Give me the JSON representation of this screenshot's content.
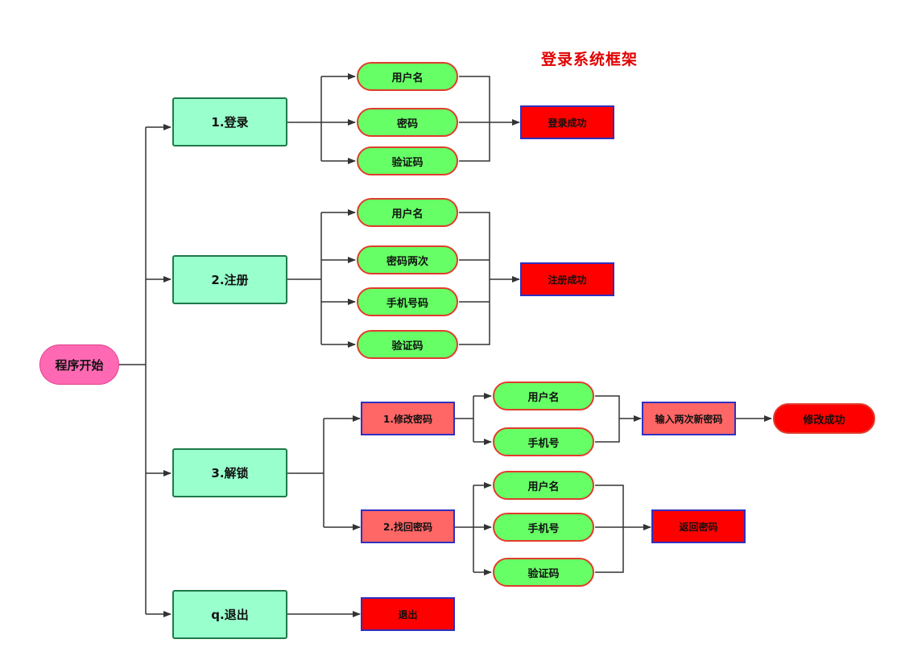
{
  "title": "登录系统框架",
  "start": "程序开始",
  "login": {
    "label": "1.登录",
    "fields": [
      "用户名",
      "密码",
      "验证码"
    ],
    "result": "登录成功"
  },
  "register": {
    "label": "2.注册",
    "fields": [
      "用户名",
      "密码两次",
      "手机号码",
      "验证码"
    ],
    "result": "注册成功"
  },
  "unlock": {
    "label": "3.解锁",
    "change_password": {
      "label": "1.修改密码",
      "fields": [
        "用户名",
        "手机号"
      ],
      "step": "输入两次新密码",
      "result": "修改成功"
    },
    "recover_password": {
      "label": "2.找回密码",
      "fields": [
        "用户名",
        "手机号",
        "验证码"
      ],
      "result": "返回密码"
    }
  },
  "quit": {
    "label": "q.退出",
    "result": "退出"
  },
  "colors": {
    "start": "#ff69b4",
    "menu": "#99ffcc",
    "field": "#66ff66",
    "result": "#ff0000",
    "substep": "#ff6666",
    "title": "#e00000"
  }
}
